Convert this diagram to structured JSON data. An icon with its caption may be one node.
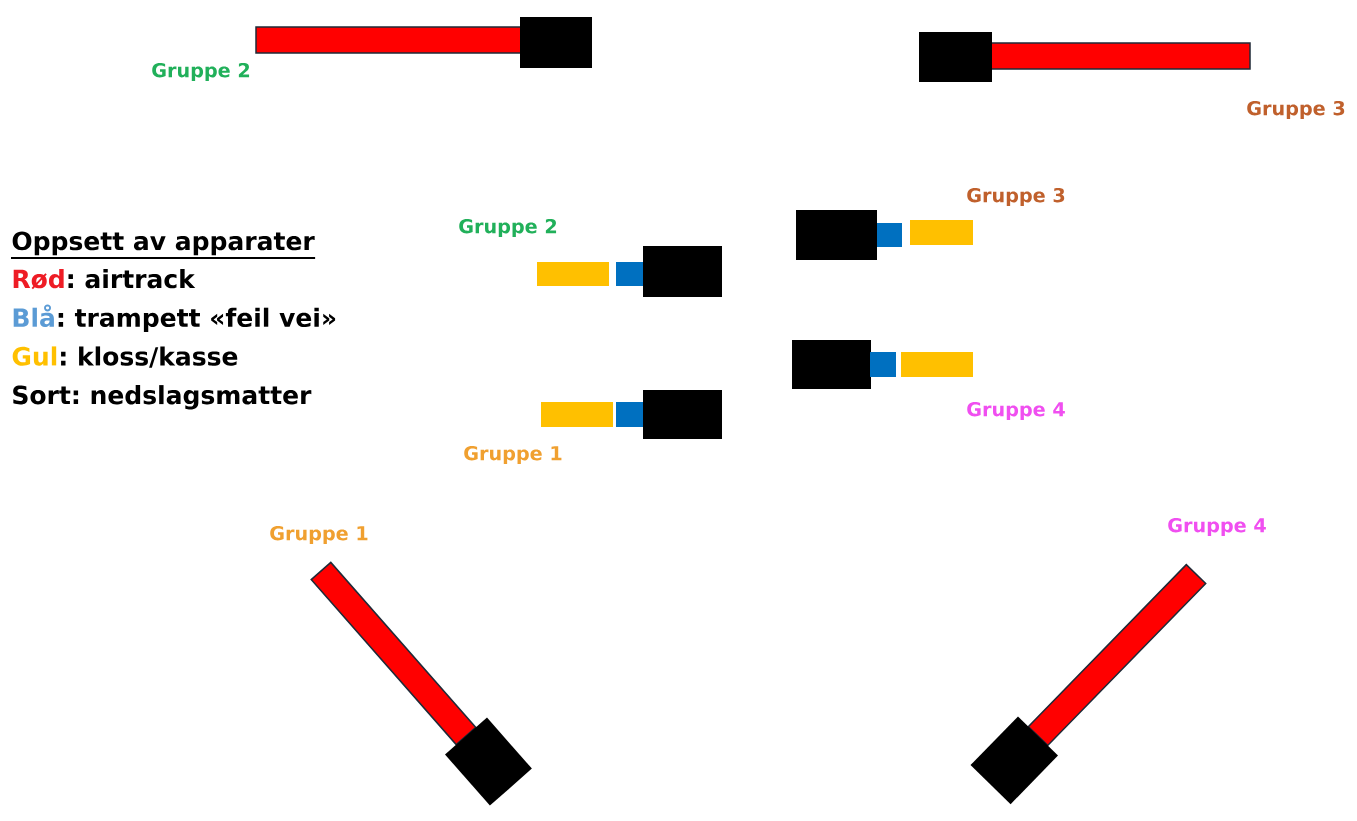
{
  "diagram": {
    "title": "Oppsett av apparater",
    "labels": [
      "Gruppe 2",
      "Gruppe 3",
      "Gruppe 3",
      "Gruppe 2",
      "Gruppe 4",
      "Gruppe 1",
      "Gruppe 1",
      "Gruppe 4"
    ],
    "legend": [
      {
        "text": "Rød: airtrack",
        "color": "#ee1c25"
      },
      {
        "text": "Blå: trampett «feil vei»",
        "color": "#5b9bd5"
      },
      {
        "text": "Gul: kloss/kasse",
        "color": "#ffc000"
      },
      {
        "text": "Sort: nedslagsmatter",
        "color": "#000000"
      }
    ]
  }
}
